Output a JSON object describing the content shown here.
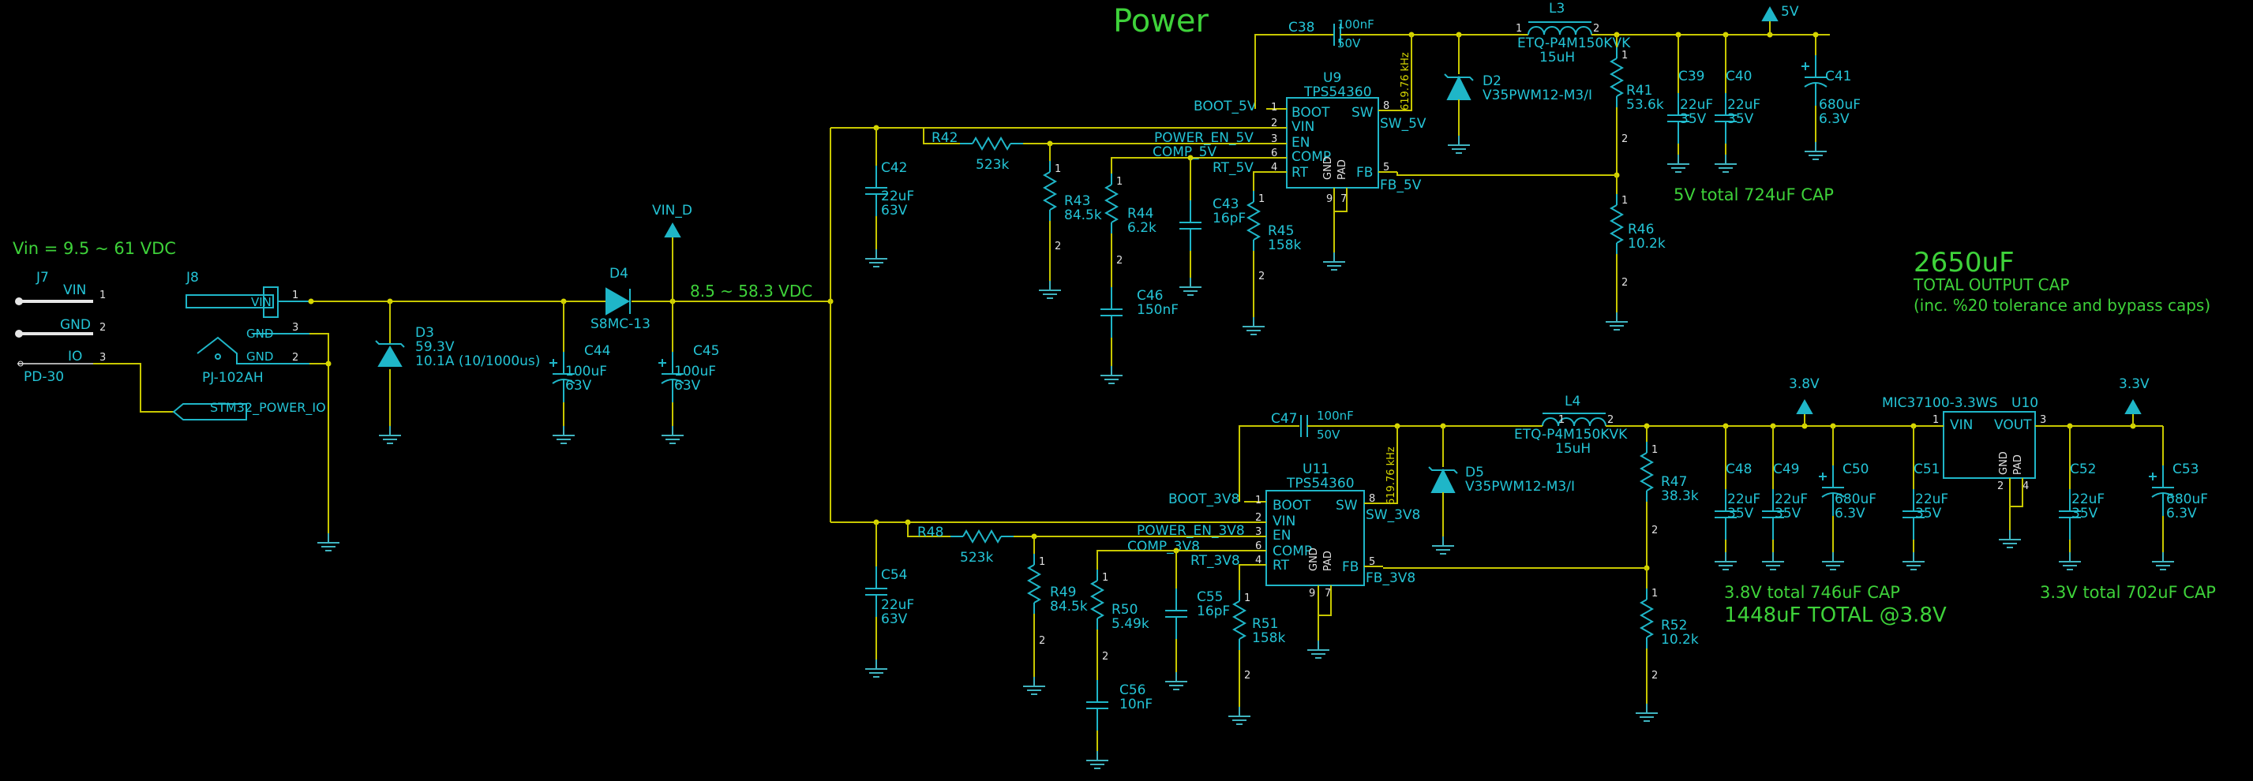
{
  "title": "Power",
  "colors": {
    "wire": "#c8c800",
    "component": "#1fb6c8",
    "text": "#24c4d6",
    "annotation": "#3ed23a",
    "background": "#000000"
  },
  "input": {
    "vin_range": "Vin = 9.5 ~ 61 VDC",
    "j7": "J7",
    "j8": "J8",
    "j8_part": "PJ-102AH",
    "j8_pins": [
      "VIN",
      "GND",
      "GND"
    ],
    "net_vin": "VIN",
    "net_gnd": "GND",
    "net_io": "IO",
    "pin1": "1",
    "pin2": "2",
    "pin3": "3",
    "pd": "PD-30",
    "stm": "STM32_POWER_IO",
    "d3": "D3",
    "d3_v": "59.3V",
    "d3_i": "10.1A (10/1000us)",
    "c44": "C44",
    "c44_v": "100uF",
    "c44_r": "63V",
    "c45": "C45",
    "c45_v": "100uF",
    "c45_r": "63V",
    "d4": "D4",
    "d4_part": "S8MC-13",
    "vin_d": "VIN_D",
    "bus": "8.5 ~ 58.3 VDC"
  },
  "rail5v": {
    "c38": "C38",
    "c38_v": "100nF",
    "c38_r": "50V",
    "l3": "L3",
    "l3_part": "ETQ-P4M150KVK",
    "l3_v": "15uH",
    "net": "5V",
    "u9": "U9",
    "u9_part": "TPS54360",
    "freq": "619.76 kHz",
    "d2": "D2",
    "d2_part": "V35PWM12-M3/I",
    "c39": "C39",
    "c40": "C40",
    "c41": "C41",
    "c_cer": "22uF",
    "c_cer_r": "35V",
    "c41_v": "680uF",
    "c41_r": "6.3V",
    "r41": "R41",
    "r41_v": "53.6k",
    "r46": "R46",
    "r46_v": "10.2k",
    "total": "5V total 724uF CAP",
    "c42": "C42",
    "c42_v": "22uF",
    "c42_r": "63V",
    "r42": "R42",
    "r42_v": "523k",
    "r43": "R43",
    "r43_v": "84.5k",
    "r44": "R44",
    "r44_v": "6.2k",
    "c43": "C43",
    "c43_v": "16pF",
    "r45": "R45",
    "r45_v": "158k",
    "c46": "C46",
    "c46_v": "150nF",
    "nets": [
      "BOOT_5V",
      "POWER_EN_5V",
      "COMP_5V",
      "RT_5V",
      "SW_5V",
      "FB_5V"
    ]
  },
  "rail38": {
    "c47": "C47",
    "c47_v": "100nF",
    "c47_r": "50V",
    "l4": "L4",
    "l4_part": "ETQ-P4M150KVK",
    "l4_v": "15uH",
    "net": "3.8V",
    "u11": "U11",
    "u11_part": "TPS54360",
    "freq": "619.76 kHz",
    "d5": "D5",
    "d5_part": "V35PWM12-M3/I",
    "r47": "R47",
    "r47_v": "38.3k",
    "r52": "R52",
    "r52_v": "10.2k",
    "c48": "C48",
    "c49": "C49",
    "c50": "C50",
    "c51": "C51",
    "c_cer": "22uF",
    "c_cer_r": "35V",
    "c50_v": "680uF",
    "c50_r": "6.3V",
    "total": "3.8V total 746uF CAP",
    "total2": "1448uF TOTAL @3.8V",
    "c54": "C54",
    "c54_v": "22uF",
    "c54_r": "63V",
    "r48": "R48",
    "r48_v": "523k",
    "r49": "R49",
    "r49_v": "84.5k",
    "r50": "R50",
    "r50_v": "5.49k",
    "c55": "C55",
    "c55_v": "16pF",
    "r51": "R51",
    "r51_v": "158k",
    "c56": "C56",
    "c56_v": "10nF",
    "nets": [
      "BOOT_3V8",
      "POWER_EN_3V8",
      "COMP_3V8",
      "RT_3V8",
      "SW_3V8",
      "FB_3V8"
    ]
  },
  "rail33": {
    "u10": "U10",
    "u10_part": "MIC37100-3.3WS",
    "net": "3.3V",
    "c52": "C52",
    "c52_v": "22uF",
    "c52_r": "35V",
    "c53": "C53",
    "c53_v": "680uF",
    "c53_r": "6.3V",
    "total": "3.3V total 702uF CAP"
  },
  "summary": {
    "cap": "2650uF",
    "line1": "TOTAL OUTPUT CAP",
    "line2": "(inc. %20 tolerance and bypass caps)"
  },
  "ic_pins": {
    "boot": "BOOT",
    "vin": "VIN",
    "en": "EN",
    "comp": "COMP",
    "rt": "RT",
    "sw": "SW",
    "fb": "FB",
    "gnd": "GND",
    "pad": "PAD",
    "vout": "VOUT",
    "n1": "1",
    "n2": "2",
    "n3": "3",
    "n4": "4",
    "n5": "5",
    "n6": "6",
    "n7": "7",
    "n8": "8",
    "n9": "9"
  }
}
